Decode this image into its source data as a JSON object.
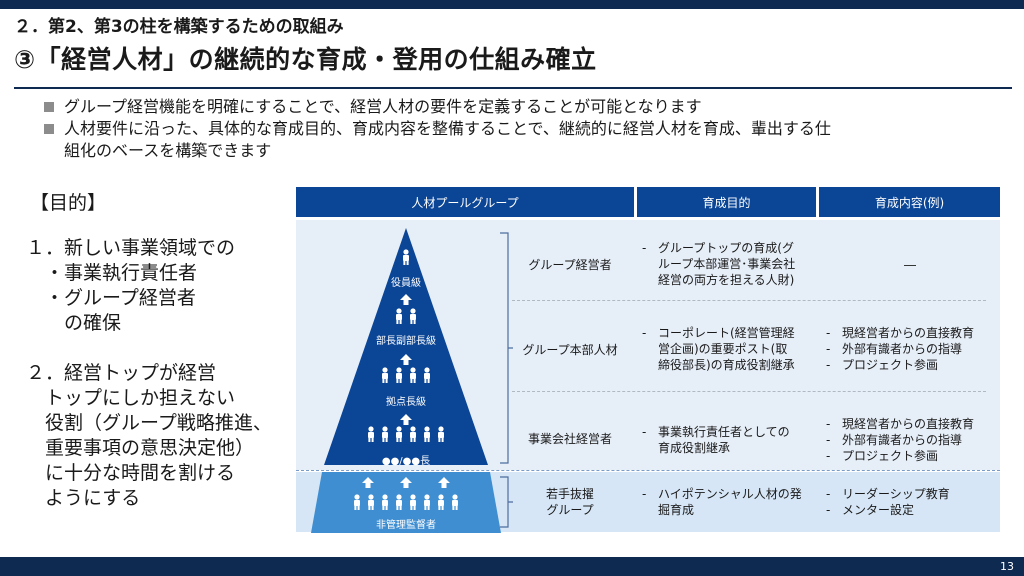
{
  "subtitle": "２．第2、第3の柱を構築するための取組み",
  "title": "③「経営人材」の継続的な育成・登用の仕組み確立",
  "bullets": [
    "グループ経営機能を明確にすることで、経営人材の要件を定義することが可能となります",
    "人材要件に沿った、具体的な育成目的、育成内容を整備することで、継続的に経営人材を育成、輩出する仕\n組化のベースを構築できます"
  ],
  "purpose_label": "【目的】",
  "purpose_text": "１．新しい事業領域での\n　・事業執行責任者\n　・グループ経営者\n　　の確保\n\n２．経営トップが経営\n　トップにしか担えない\n　役割（グループ戦略推進、\n　重要事項の意思決定他）\n　に十分な時間を割ける\n　ようにする",
  "table": {
    "headers": [
      "人材プールグループ",
      "育成目的",
      "育成内容(例)"
    ],
    "rows": [
      {
        "role": "グループ経営者",
        "purpose": [
          "グループトップの育成(グ\nループ本部運営･事業会社\n経営の両方を担える人財)"
        ],
        "content": [],
        "content_none": "―"
      },
      {
        "role": "グループ本部人材",
        "purpose": [
          "コーポレート(経営管理経\n営企画)の重要ポスト(取\n締役部長)の育成役割継承"
        ],
        "content": [
          "現経営者からの直接教育",
          "外部有識者からの指導",
          "プロジェクト参画"
        ]
      },
      {
        "role": "事業会社経営者",
        "purpose": [
          "事業執行責任者としての\n育成役割継承"
        ],
        "content": [
          "現経営者からの直接教育",
          "外部有識者からの指導",
          "プロジェクト参画"
        ]
      },
      {
        "role": "若手抜擢\nグループ",
        "purpose": [
          "ハイポテンシャル人材の発\n掘育成"
        ],
        "content": [
          "リーダーシップ教育",
          "メンター設定"
        ]
      }
    ]
  },
  "pyramid": {
    "levels": [
      "役員級",
      "部長副部長級",
      "拠点長級",
      "●●/●●長",
      "非管理監督者"
    ]
  },
  "page_number": "13",
  "colors": {
    "navy": "#0e2a50",
    "header_blue": "#0b4596",
    "pyramid_dark": "#0b4596",
    "pyramid_light": "#3f8ed1",
    "band_light": "#e6eef8",
    "band_lighter": "#d6e6f6"
  }
}
